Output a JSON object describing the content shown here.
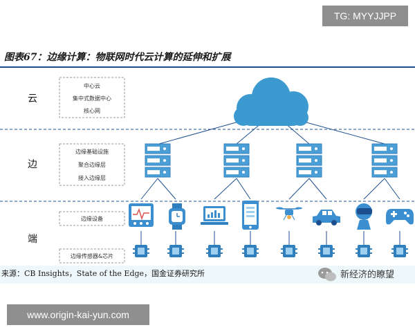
{
  "watermark_top": "TG: MYYJJPP",
  "title": "图表67：边缘计算：物联网时代云计算的延伸和扩展",
  "layers": {
    "cloud": {
      "label": "云",
      "boxes": [
        "中心云",
        "集中式数据中心",
        "核心网"
      ]
    },
    "edge": {
      "label": "边",
      "boxes": [
        "边缘基础设施",
        "聚合边缘层",
        "接入边缘层"
      ]
    },
    "end": {
      "label": "端",
      "box_devices": "边缘设备",
      "box_sensors": "边缘传感器&芯片"
    }
  },
  "source": "来源：CB Insights，State of the Edge，国金证券研究所",
  "wechat_caption": "新经济的瞭望",
  "watermark_bottom": "www.origin-kai-yun.com",
  "colors": {
    "line": "#1d4f8f",
    "cloud": "#3d9ad1",
    "server": "#4b9fd6",
    "server_dark": "#2f7fbf",
    "chip": "#2f7fbf",
    "device": "#3b8fd0"
  },
  "devices": [
    {
      "icon": "medical-monitor-icon"
    },
    {
      "icon": "smartwatch-icon"
    },
    {
      "icon": "laptop-icon"
    },
    {
      "icon": "smartphone-icon"
    },
    {
      "icon": "drone-icon"
    },
    {
      "icon": "car-icon"
    },
    {
      "icon": "vr-user-icon"
    },
    {
      "icon": "gamepad-icon"
    }
  ]
}
